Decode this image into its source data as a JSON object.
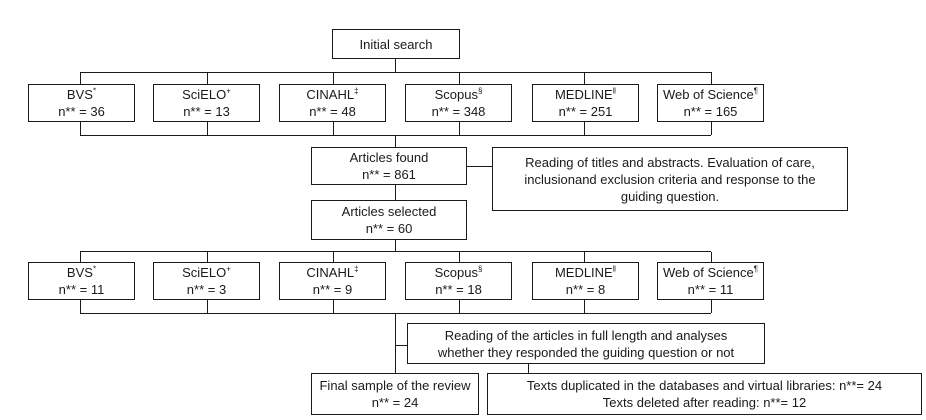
{
  "initial": {
    "label": "Initial search"
  },
  "databases_initial": [
    {
      "name": "BVS",
      "mark": "*",
      "count": "n** = 36"
    },
    {
      "name": "SciELO",
      "mark": "+",
      "count": "n** = 13"
    },
    {
      "name": "CINAHL",
      "mark": "‡",
      "count": "n** = 48"
    },
    {
      "name": "Scopus",
      "mark": "§",
      "count": "n** = 348"
    },
    {
      "name": "MEDLINE",
      "mark": "‖",
      "count": "n** = 251"
    },
    {
      "name": "Web of Science",
      "mark": "¶",
      "count": "n** = 165"
    }
  ],
  "found": {
    "label": "Articles found",
    "count": "n** = 861"
  },
  "screening": {
    "text": "Reading of titles and abstracts. Evaluation of care, inclusionand exclusion criteria and response to the guiding question."
  },
  "selected": {
    "label": "Articles selected",
    "count": "n** = 60"
  },
  "databases_selected": [
    {
      "name": "BVS",
      "mark": "*",
      "count": "n** = 11"
    },
    {
      "name": "SciELO",
      "mark": "+",
      "count": "n** = 3"
    },
    {
      "name": "CINAHL",
      "mark": "‡",
      "count": "n** = 9"
    },
    {
      "name": "Scopus",
      "mark": "§",
      "count": "n** = 18"
    },
    {
      "name": "MEDLINE",
      "mark": "‖",
      "count": "n** = 8"
    },
    {
      "name": "Web of Science",
      "mark": "¶",
      "count": "n** = 11"
    }
  ],
  "fulltext": {
    "text": "Reading of the articles in full length and analyses whether they responded the guiding question or not"
  },
  "final": {
    "label": "Final sample of the review",
    "count": "n** = 24"
  },
  "excluded": {
    "line1": "Texts duplicated in the databases and virtual libraries: n**= 24",
    "line2": "Texts deleted after reading: n**= 12"
  }
}
